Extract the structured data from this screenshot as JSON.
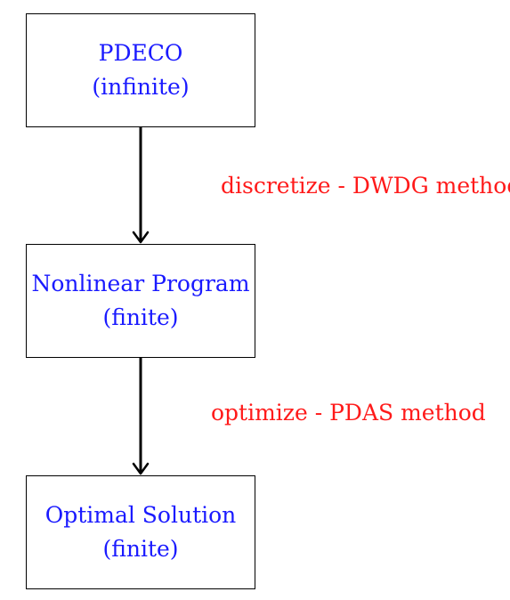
{
  "colors": {
    "box_text": "#1a1aff",
    "step_text": "#ff1a1a",
    "lines": "#000000"
  },
  "nodes": [
    {
      "id": "pdeco",
      "title": "PDECO",
      "subtitle": "(infinite)"
    },
    {
      "id": "nlp",
      "title": "Nonlinear Program",
      "subtitle": "(finite)"
    },
    {
      "id": "opt",
      "title": "Optimal Solution",
      "subtitle": "(finite)"
    }
  ],
  "edges": [
    {
      "from": "pdeco",
      "to": "nlp",
      "label": "discretize - DWDG method"
    },
    {
      "from": "nlp",
      "to": "opt",
      "label": "optimize - PDAS method"
    }
  ]
}
